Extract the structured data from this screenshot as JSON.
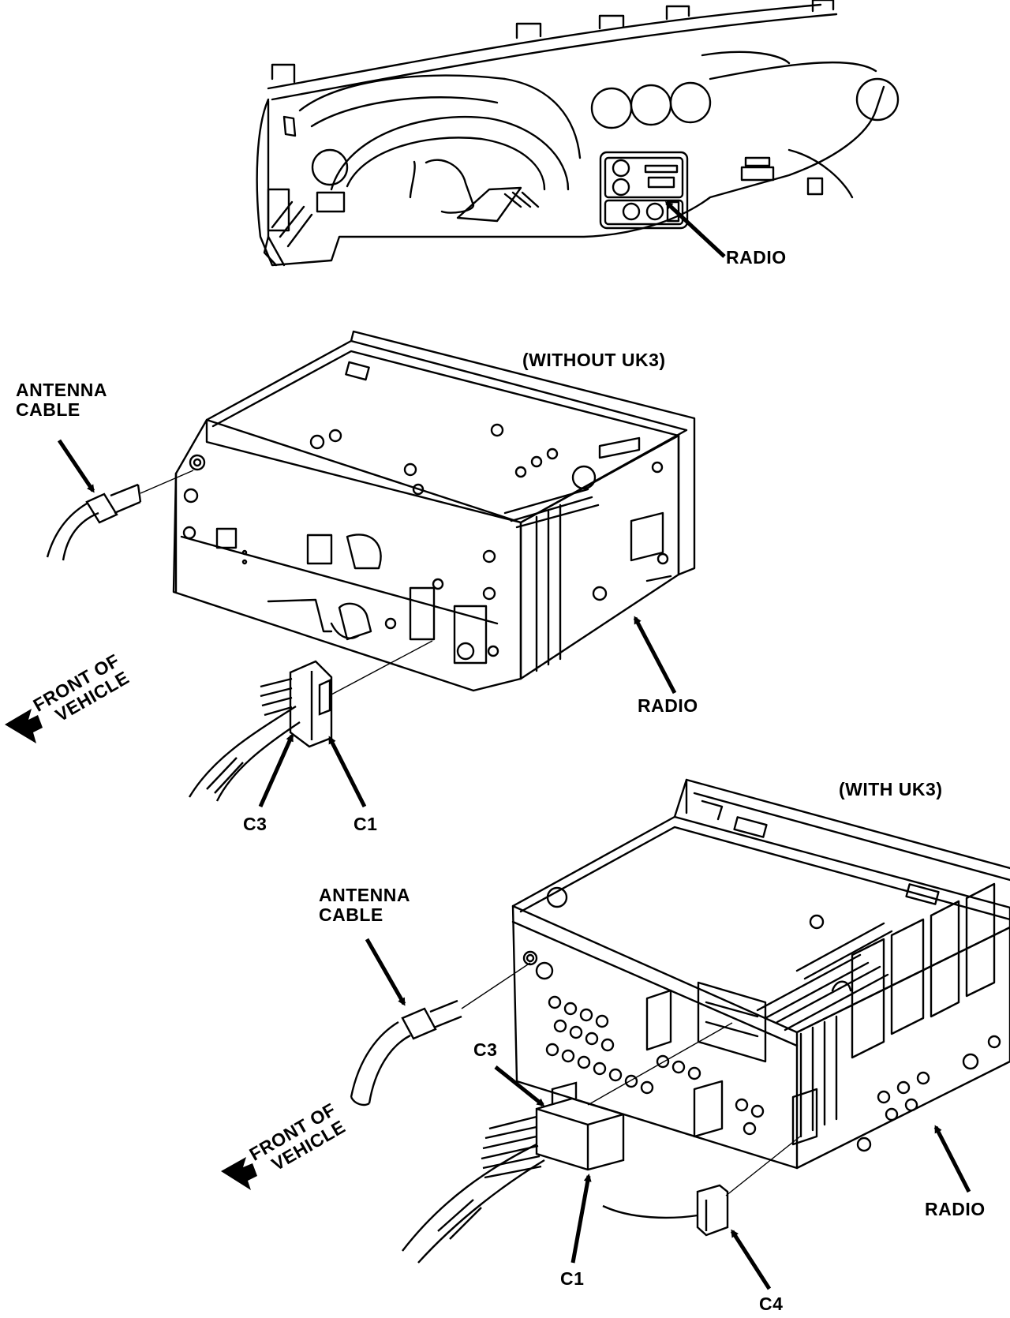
{
  "labels": {
    "dash_radio": "RADIO",
    "without_title": "(WITHOUT UK3)",
    "without_antenna_1": "ANTENNA",
    "without_antenna_2": "CABLE",
    "without_front_1": "FRONT OF",
    "without_front_2": "VEHICLE",
    "without_radio": "RADIO",
    "without_c3": "C3",
    "without_c1": "C1",
    "with_title": "(WITH UK3)",
    "with_antenna_1": "ANTENNA",
    "with_antenna_2": "CABLE",
    "with_c3": "C3",
    "with_front_1": "FRONT OF",
    "with_front_2": "VEHICLE",
    "with_radio": "RADIO",
    "with_c1": "C1",
    "with_c4": "C4"
  },
  "colors": {
    "ink": "#000000",
    "paper": "#ffffff"
  }
}
